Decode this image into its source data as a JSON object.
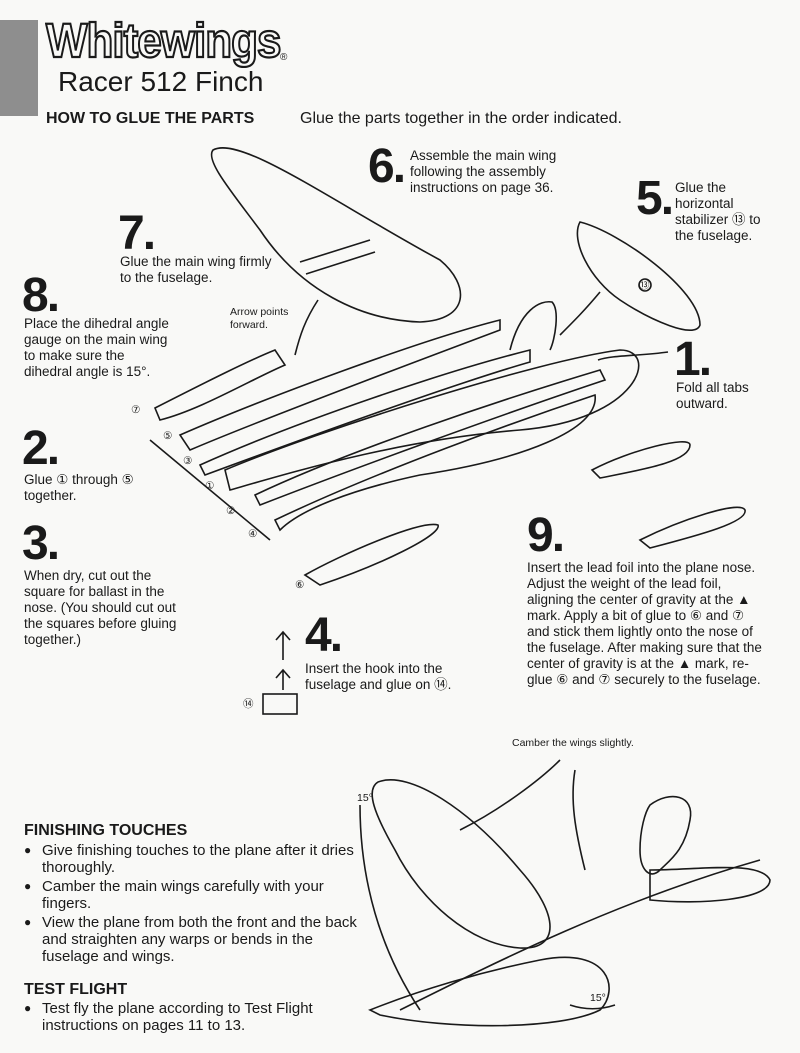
{
  "header": {
    "brand": "Whitewings",
    "brand_mark": "®",
    "subtitle": "Racer 512 Finch",
    "howto_title": "HOW TO GLUE THE PARTS",
    "howto_desc": "Glue the parts together in the order indicated."
  },
  "steps": [
    {
      "num": "6.",
      "text": "Assemble the main wing following the assembly instructions on page 36."
    },
    {
      "num": "5.",
      "text": "Glue the horizontal stabilizer ⑬ to the fuselage."
    },
    {
      "num": "7.",
      "text": "Glue the main wing firmly to the fuselage."
    },
    {
      "num": "8.",
      "text": "Place the dihedral angle gauge on the main wing to make sure the dihedral angle is 15°."
    },
    {
      "num": "1.",
      "text": "Fold all tabs outward."
    },
    {
      "num": "2.",
      "text": "Glue ① through ⑤ together."
    },
    {
      "num": "3.",
      "text": "When dry, cut out the square for ballast in the nose. (You should cut out the squares before gluing together.)"
    },
    {
      "num": "9.",
      "text": "Insert the lead foil into the plane nose. Adjust the weight of the lead foil, aligning the center of gravity at the ▲ mark. Apply a bit of glue to ⑥ and ⑦ and stick them lightly onto the nose of the fuselage. After making sure that the center of gravity is at the ▲ mark, re-glue ⑥ and ⑦ securely to the fuselage."
    },
    {
      "num": "4.",
      "text": "Insert the hook into the fuselage and glue on ⑭."
    }
  ],
  "diagram": {
    "arrow_note": "Arrow points forward.",
    "part_labels": [
      "⑦",
      "⑤",
      "③",
      "①",
      "②",
      "④",
      "⑥",
      "⑬",
      "⑭"
    ],
    "camber_note": "Camber the wings slightly.",
    "angle_top": "15°",
    "angle_bottom": "15°"
  },
  "finishing": {
    "title": "FINISHING TOUCHES",
    "bullets": [
      "Give finishing touches to the plane after it dries thoroughly.",
      "Camber the main wings carefully with your fingers.",
      "View the plane from both the front and the back and straighten any warps or bends in the fuselage and wings."
    ]
  },
  "test_flight": {
    "title": "TEST FLIGHT",
    "bullets": [
      "Test fly the plane according to Test Flight instructions on pages 11 to 13."
    ]
  }
}
